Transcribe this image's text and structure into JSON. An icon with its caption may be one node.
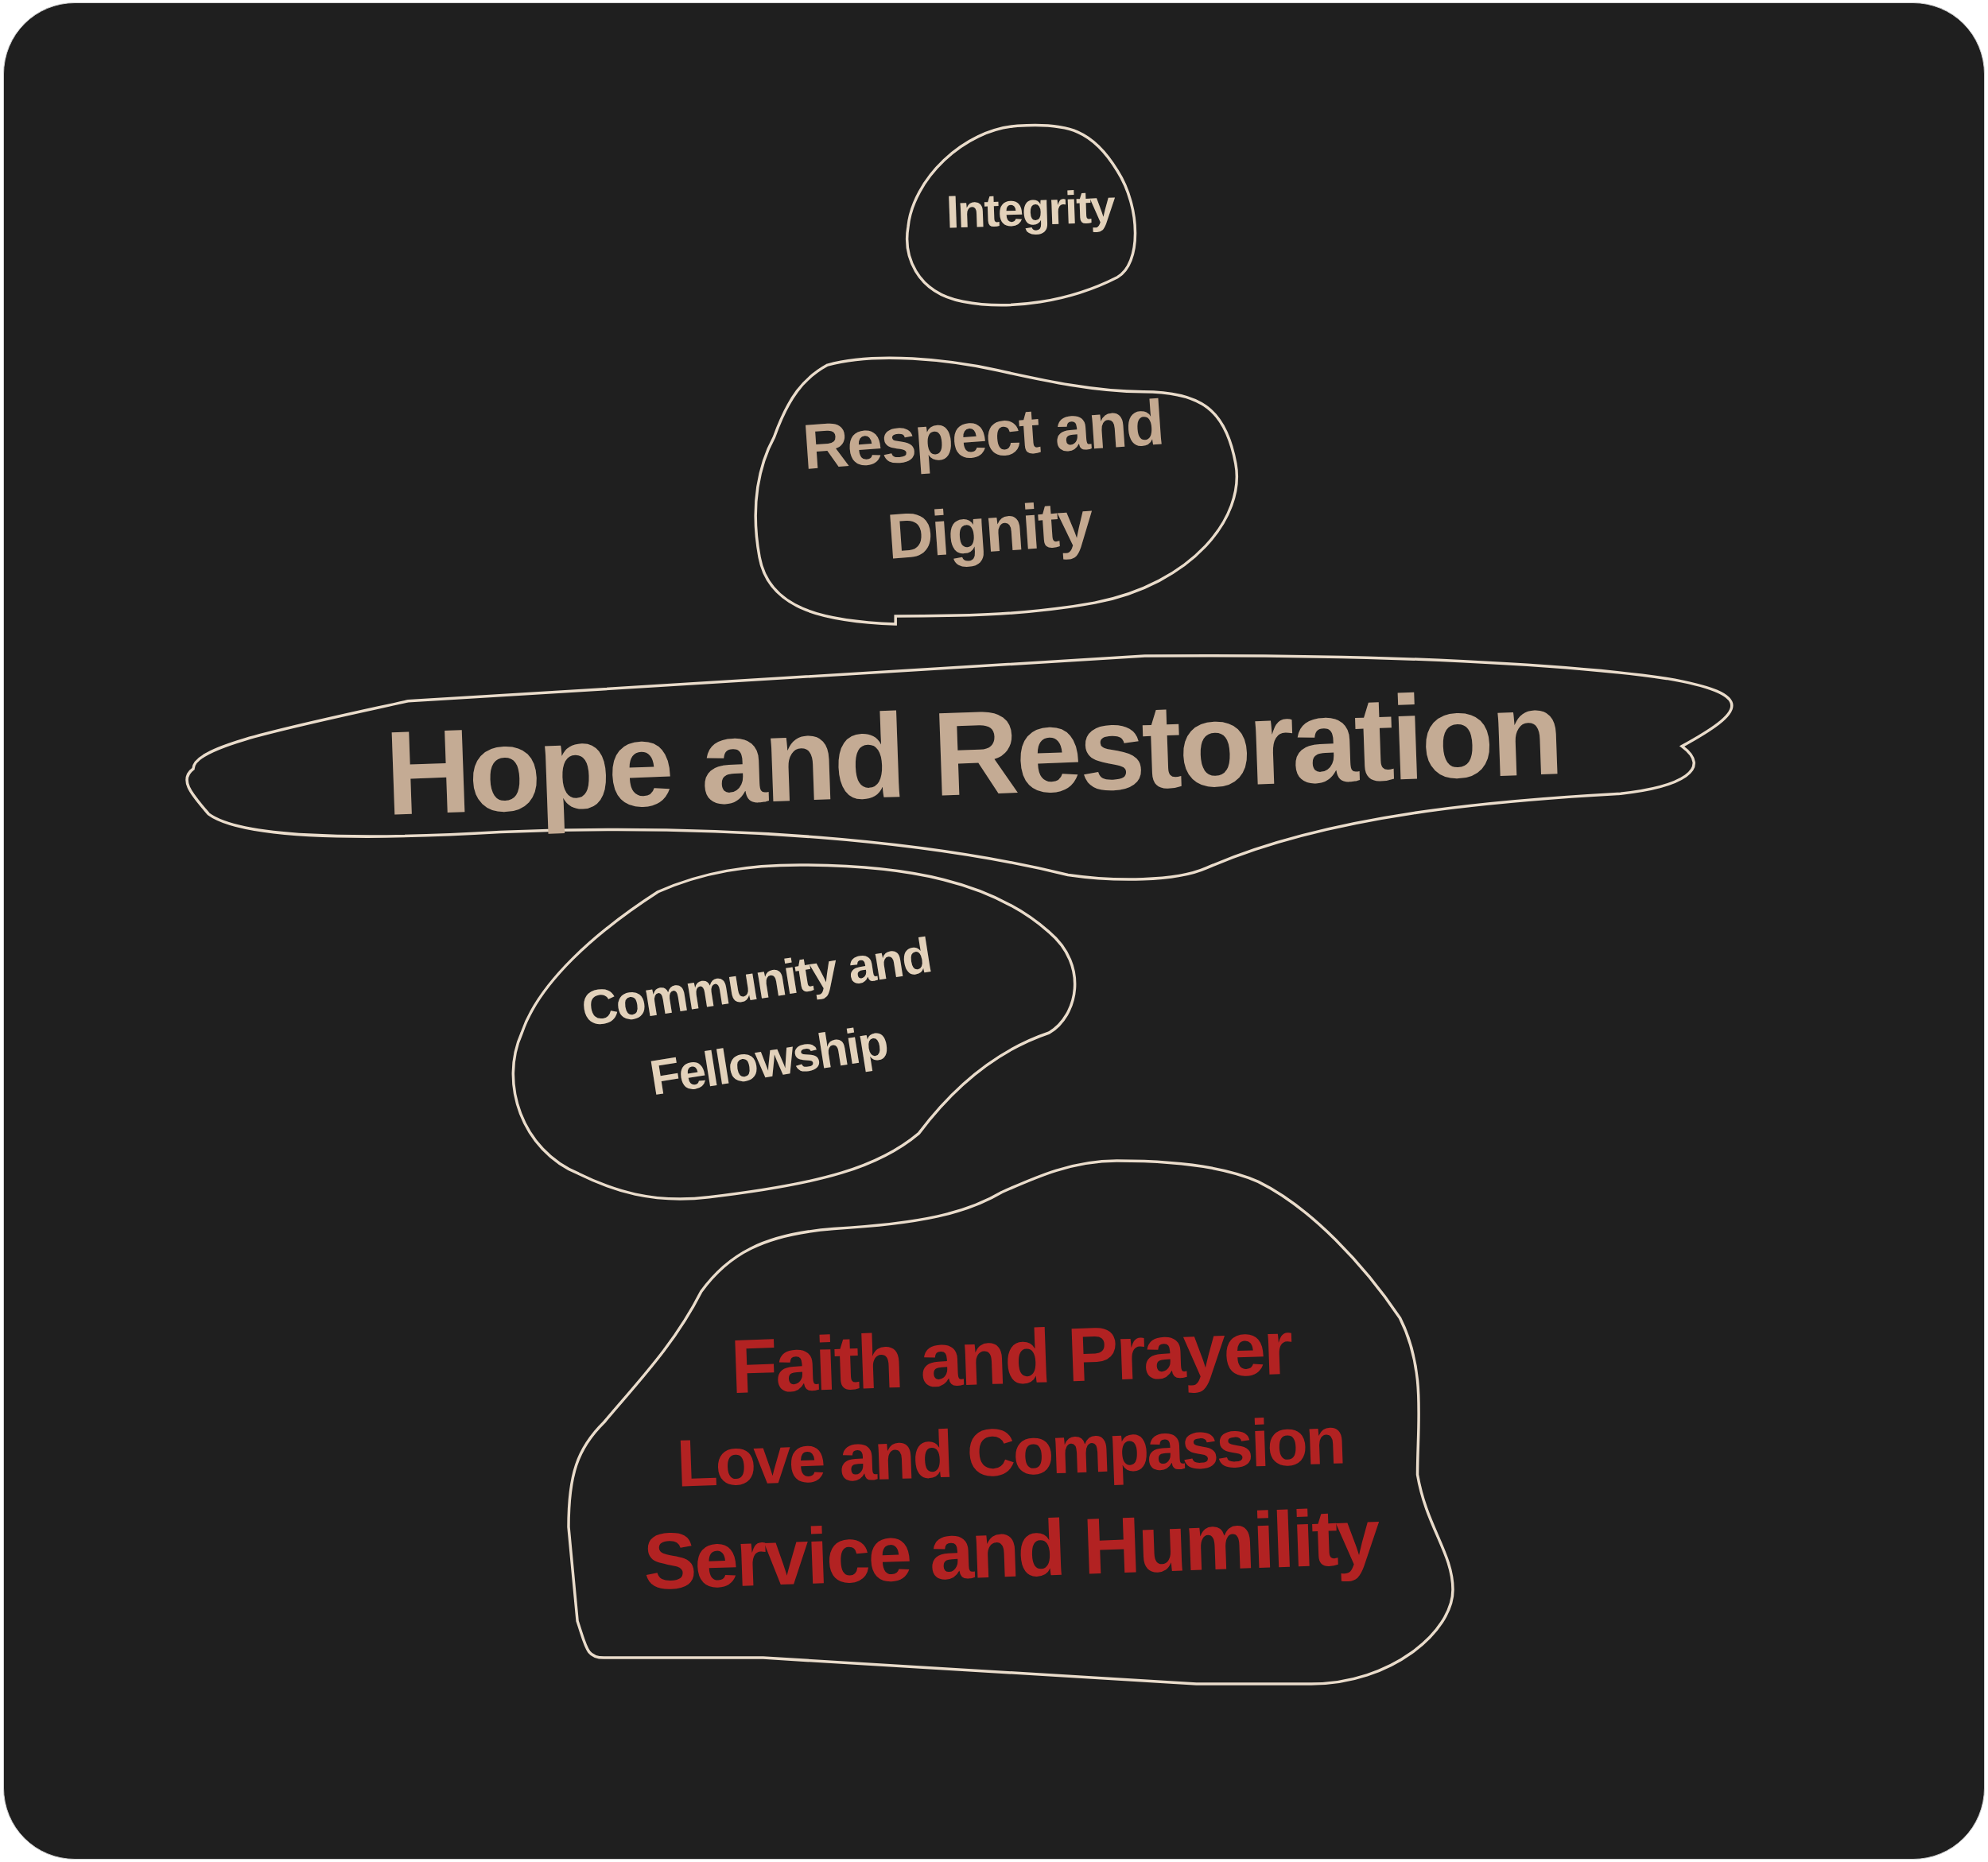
{
  "diagram": {
    "nodes": [
      {
        "text": [
          "Integrity"
        ]
      },
      {
        "text": [
          "Respect and Dignity"
        ]
      },
      {
        "text": [
          "Hope and Restoration"
        ]
      },
      {
        "text": [
          "Community and Fellowship"
        ]
      },
      {
        "text": [
          "Faith and Prayer",
          "Love and Compassion",
          "Service and Humility"
        ]
      }
    ]
  }
}
